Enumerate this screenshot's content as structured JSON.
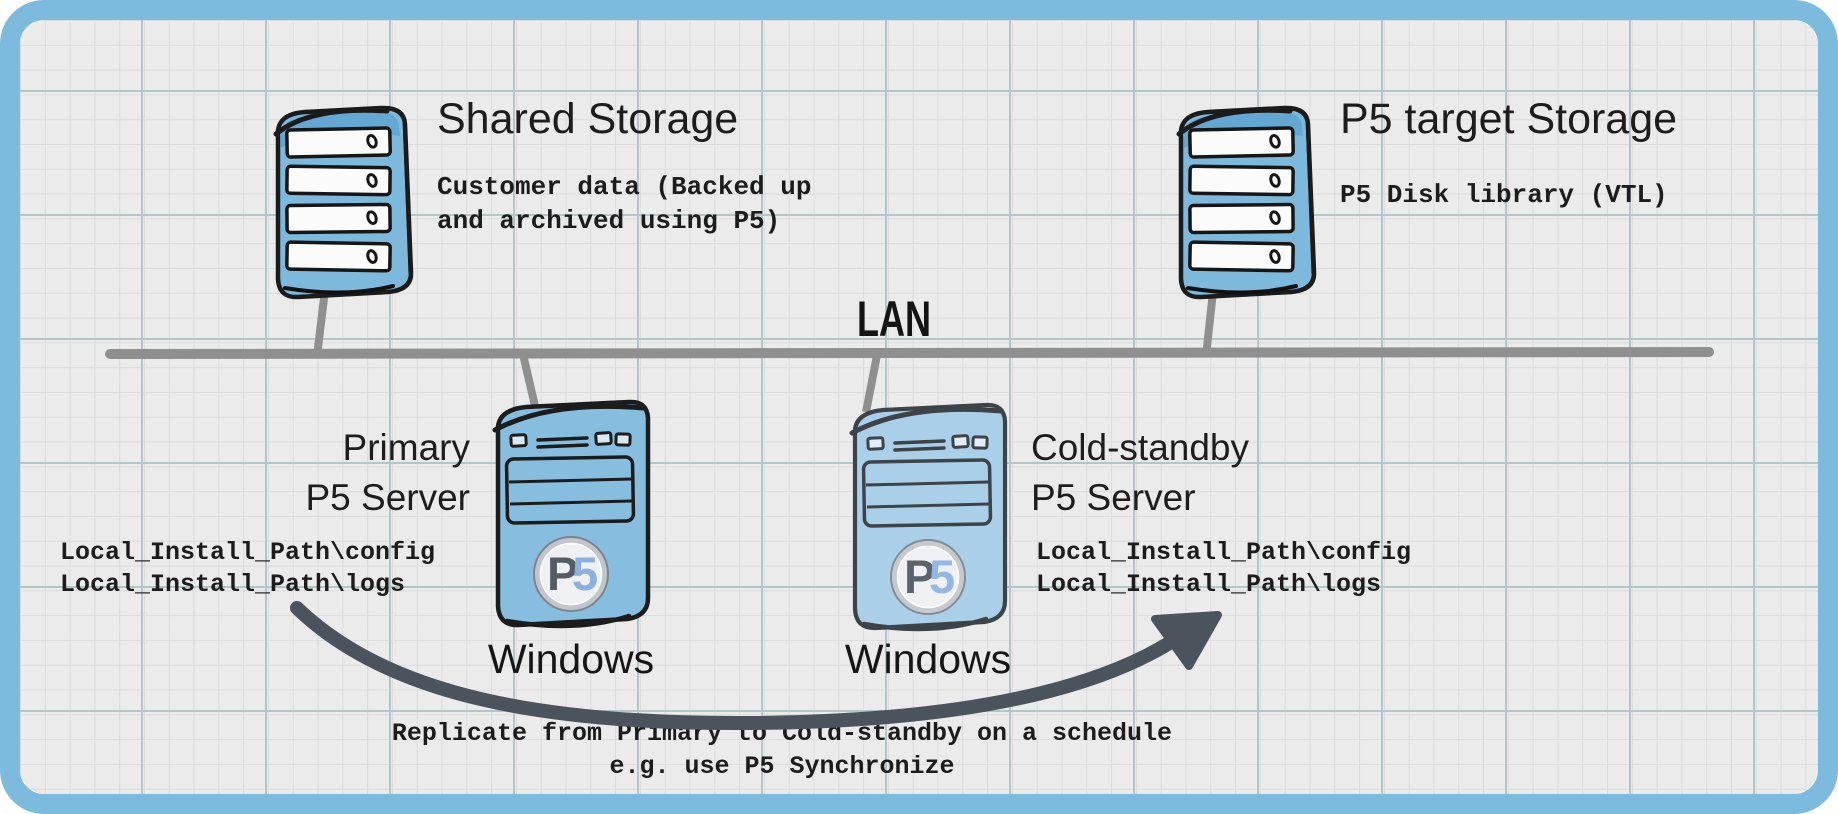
{
  "diagram": {
    "frame_color": "#7cbade",
    "paper": {
      "bg": "#ebebeb",
      "minor_grid": "#dcdcdc",
      "major_grid": "#b2c5c7"
    },
    "network": {
      "label": "LAN",
      "line_color": "#8f8f8f"
    },
    "nodes": {
      "shared_storage": {
        "title": "Shared Storage",
        "desc_line1": "Customer data (Backed up",
        "desc_line2": "and archived using P5)"
      },
      "target_storage": {
        "title": "P5 target Storage",
        "desc": "P5 Disk library (VTL)"
      },
      "primary_server": {
        "title_line1": "Primary",
        "title_line2": "P5 Server",
        "paths_line1": "Local_Install_Path\\config",
        "paths_line2": "Local_Install_Path\\logs",
        "os_label": "Windows",
        "badge_p": "P",
        "badge_5": "5"
      },
      "cold_server": {
        "title_line1": "Cold-standby",
        "title_line2": "P5 Server",
        "paths_line1": "Local_Install_Path\\config",
        "paths_line2": "Local_Install_Path\\logs",
        "os_label": "Windows",
        "badge_p": "P",
        "badge_5": "5"
      }
    },
    "replication": {
      "arrow_color": "#4b535c",
      "caption_line1": "Replicate from Primary to Cold-standby on a schedule",
      "caption_line2": "e.g. use P5 Synchronize"
    },
    "icon_colors": {
      "storage_fill": "#7db9dc",
      "storage_band": "#5fa6d1",
      "server_fill": "#87bedf",
      "cold_server_fill": "#a9d0e8",
      "outline": "#1c1c1c"
    }
  }
}
